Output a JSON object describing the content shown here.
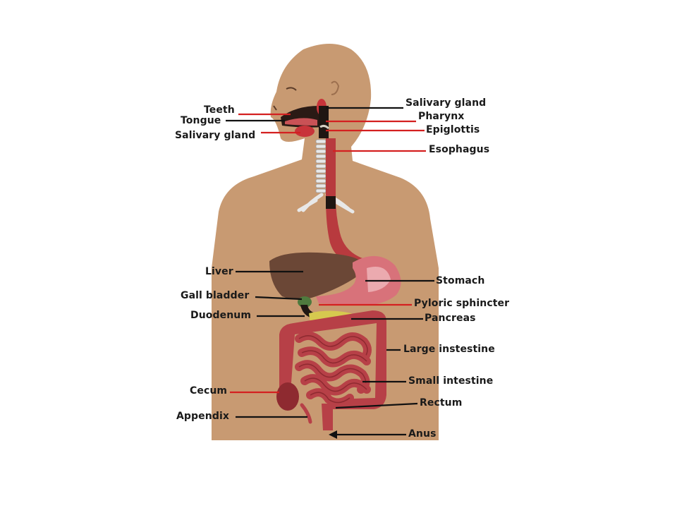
{
  "colors": {
    "skin": "#c89a72",
    "skin_shadow": "#b3845f",
    "tract_red": "#b83a3e",
    "intestine": "#b74047",
    "intestine_dark": "#8e2a30",
    "liver": "#6b4736",
    "stomach": "#d8727a",
    "pancreas": "#d6c94f",
    "trachea": "#e8e8e8",
    "leader_red": "#d42020",
    "leader_black": "#111111"
  },
  "labels": {
    "teeth": "Teeth",
    "tongue": "Tongue",
    "salivary_gland_left": "Salivary gland",
    "salivary_gland_right": "Salivary gland",
    "pharynx": "Pharynx",
    "epiglottis": "Epiglottis",
    "esophagus": "Esophagus",
    "liver": "Liver",
    "gall_bladder": "Gall bladder",
    "duodenum": "Duodenum",
    "stomach": "Stomach",
    "pyloric_sphincter": "Pyloric sphincter",
    "pancreas": "Pancreas",
    "large_intestine": "Large instestine",
    "small_intestine": "Small intestine",
    "cecum": "Cecum",
    "rectum": "Rectum",
    "appendix": "Appendix",
    "anus": "Anus"
  }
}
